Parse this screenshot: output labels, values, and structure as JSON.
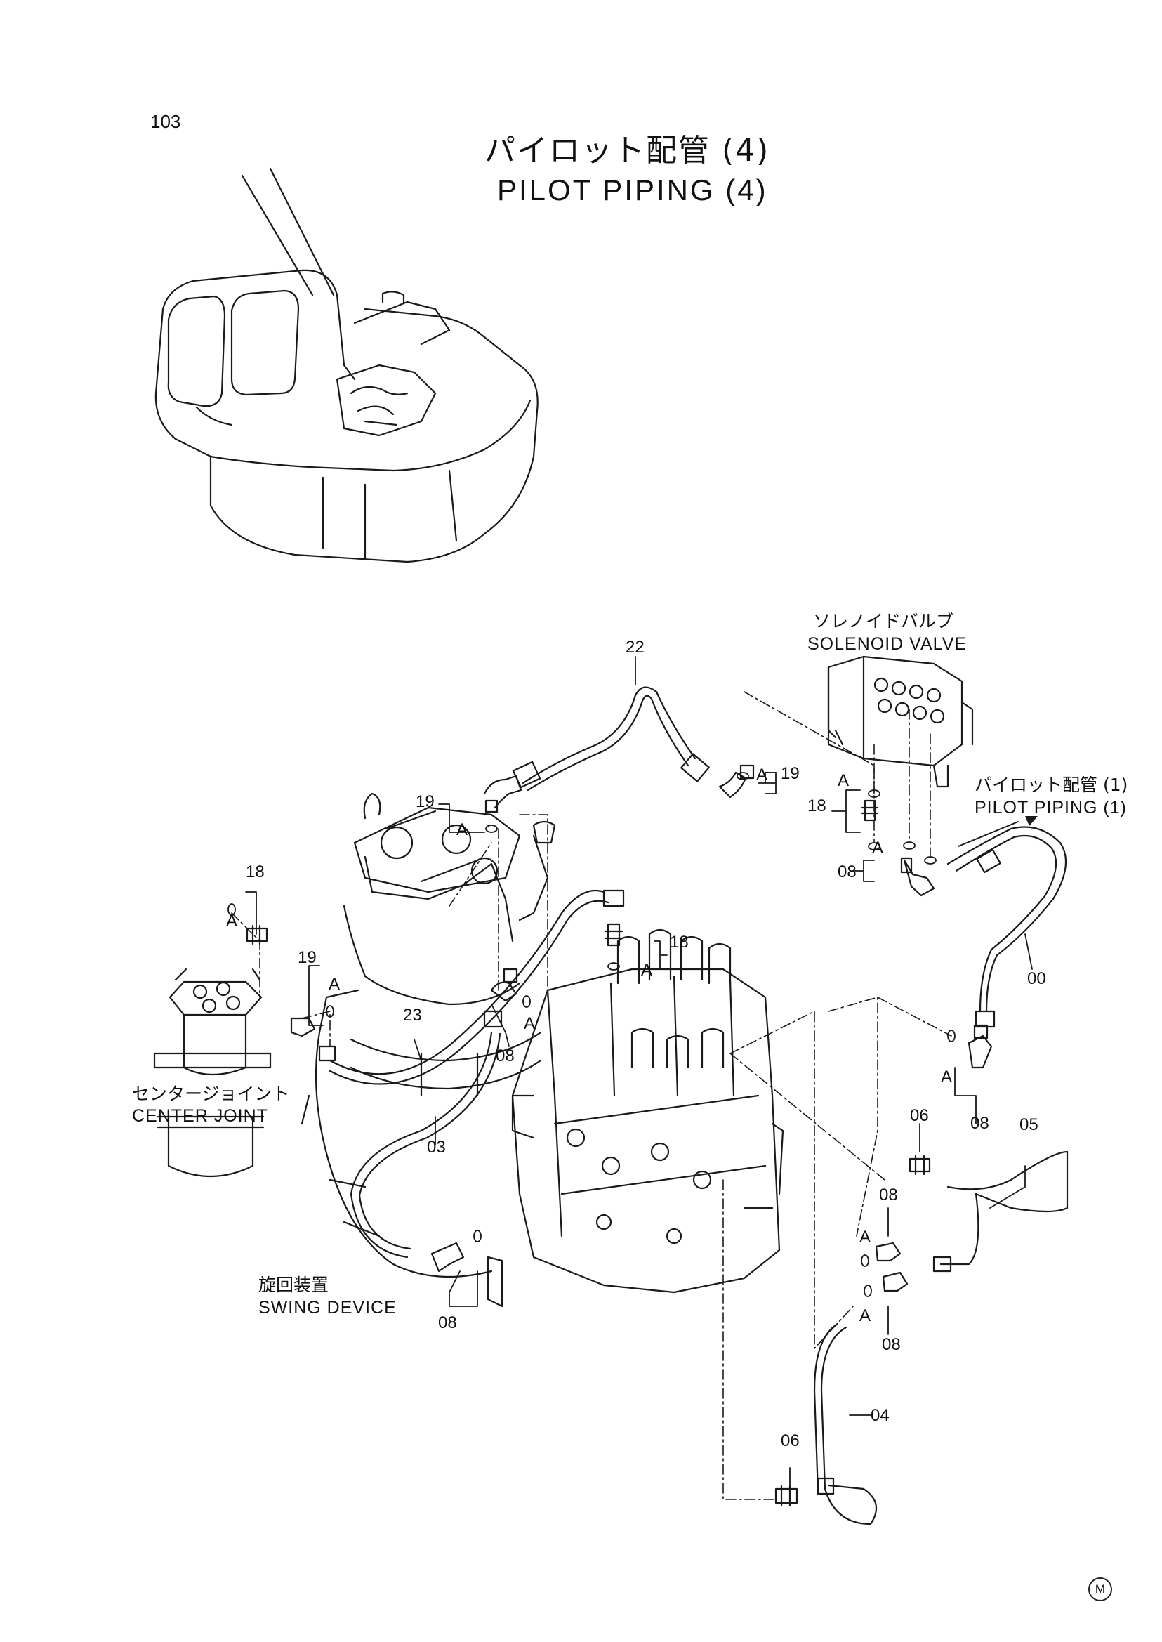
{
  "page_number": "103",
  "title_jp": "パイロット配管 (4)",
  "title_en": "PILOT PIPING (4)",
  "components": {
    "solenoid_valve_jp": "ソレノイドバルブ",
    "solenoid_valve_en": "SOLENOID VALVE",
    "pilot_piping_ref_jp": "パイロット配管 (1)",
    "pilot_piping_ref_en": "PILOT PIPING (1)",
    "center_joint_jp": "センタージョイント",
    "center_joint_en": "CENTER JOINT",
    "swing_device_jp": "旋回装置",
    "swing_device_en": "SWING DEVICE"
  },
  "part_labels": {
    "p22": "22",
    "p19a": "19",
    "p19b": "19",
    "p19c": "19",
    "p18a": "18",
    "p18b": "18",
    "p18c": "18",
    "p08a": "08",
    "p08b": "08",
    "p08c": "08",
    "p08d": "08",
    "p08e": "08",
    "p08f": "08",
    "p00": "00",
    "p05": "05",
    "p06a": "06",
    "p06b": "06",
    "p23": "23",
    "p03": "03",
    "p04": "04"
  },
  "detail_marks": {
    "a1": "A",
    "a2": "A",
    "a3": "A",
    "a4": "A",
    "a5": "A",
    "a6": "A",
    "a7": "A",
    "a8": "A",
    "a9": "A",
    "a10": "A",
    "a11": "A"
  },
  "corner_mark": "M"
}
